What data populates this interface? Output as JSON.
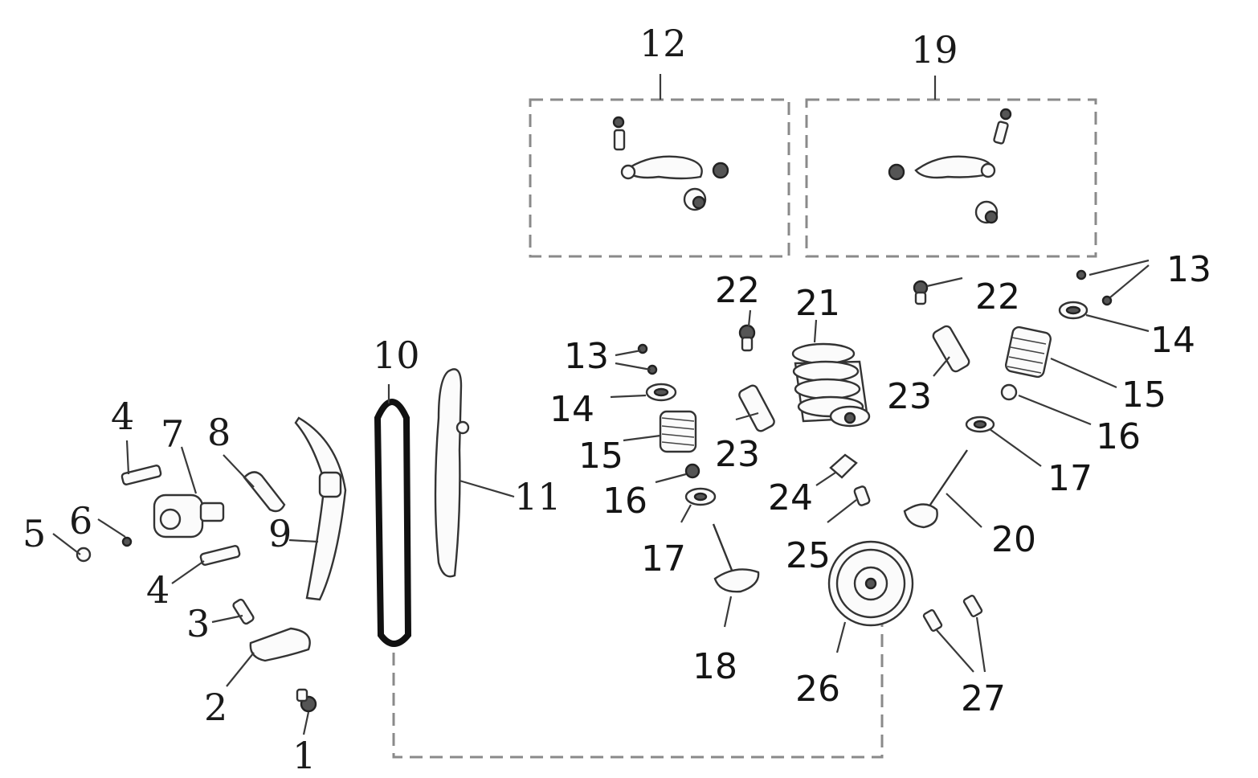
{
  "diagram": {
    "callouts": {
      "c1": "1",
      "c2": "2",
      "c3": "3",
      "c4a": "4",
      "c4b": "4",
      "c5": "5",
      "c6": "6",
      "c7": "7",
      "c8": "8",
      "c9": "9",
      "c10": "10",
      "c11": "11",
      "c12": "12",
      "c13a": "13",
      "c13b": "13",
      "c14a": "14",
      "c14b": "14",
      "c15a": "15",
      "c15b": "15",
      "c16a": "16",
      "c16b": "16",
      "c17a": "17",
      "c17b": "17",
      "c18": "18",
      "c19": "19",
      "c20": "20",
      "c21": "21",
      "c22a": "22",
      "c22b": "22",
      "c23a": "23",
      "c23b": "23",
      "c24": "24",
      "c25": "25",
      "c26": "26",
      "c27": "27"
    },
    "colors": {
      "ink": "#1a1a1a",
      "dashed_box": "#8a8a8a"
    }
  }
}
